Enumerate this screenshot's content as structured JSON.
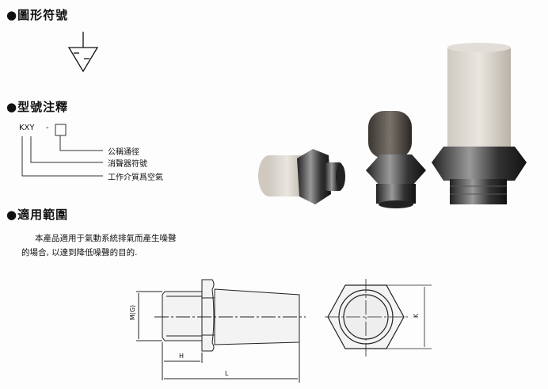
{
  "sections": {
    "symbol": {
      "title": "●圖形符號"
    },
    "model": {
      "title": "●型號注釋",
      "code": "KXY",
      "dash": "-",
      "labels": [
        "公稱通徑",
        "消聲器符號",
        "工作介質爲空氣"
      ]
    },
    "application": {
      "title": "●適用範圍",
      "lines": [
        "本產品適用于氣動系統排氣而產生噪聲",
        "的場合, 以達到降低噪聲的目的."
      ]
    }
  },
  "drawing": {
    "dims": {
      "thread": "M(G)",
      "h": "H",
      "l": "L",
      "k": "K"
    }
  }
}
